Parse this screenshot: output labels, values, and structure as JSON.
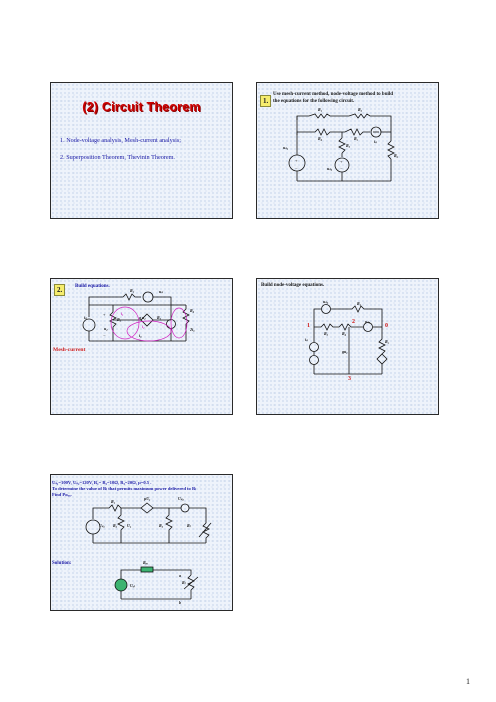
{
  "slide1": {
    "title": "(2) Circuit Theorem",
    "items": [
      "1.   Node-voltage analysis, Mesh-current analysis;",
      "2.   Superposition Theorem, Thevinin Theorem."
    ]
  },
  "slide2": {
    "badge": "1.",
    "text_line1": "Use mesh-current method, node-voltage method to build",
    "text_line2": "the equations for the following circuit.",
    "labels": {
      "r1": "R₁",
      "r2": "R₂",
      "r3": "R₃",
      "r4": "R₄",
      "r5": "R₅",
      "r6": "R₆",
      "is": "iₛ",
      "us1": "uₛ₁",
      "us2": "uₛ₂"
    }
  },
  "slide3": {
    "badge": "2.",
    "text": "Build equations.",
    "note": "Mesh-current",
    "labels": {
      "r1": "R₁",
      "r2": "R₂",
      "r3": "R₃",
      "r4": "R₄",
      "u2": "u₂",
      "us": "uₛ",
      "is": "iₛ",
      "i1": "i₁",
      "i2": "i₂",
      "i3": "i₃",
      "cs": "g u₂",
      "rb": "2i₃"
    }
  },
  "slide4": {
    "title": "Build node-voltage equations.",
    "nodes": {
      "n1": "1",
      "n2": "2",
      "n0": "0",
      "n3": "3"
    },
    "labels": {
      "r1": "R₁",
      "r2": "R₂",
      "r4": "R₄",
      "r5": "R₅",
      "us2": "uₛ₂",
      "us3": "uₛ₃",
      "is": "iₛ",
      "gu": "gu₁"
    }
  },
  "slide5": {
    "given_line1": "Uₛ₁=100V, Uₛ₂=120V, R₁= R₂=10Ω, R₃=20Ω, μ=0.5 .",
    "given_line2": "To determine the value of Rₗ that permits maximum power delivered to Rₗ",
    "given_line3": "Find Pₘₐₓ.",
    "solution": "Solution:",
    "labels": {
      "r1": "R₁",
      "r2": "R₂",
      "r3": "R₃",
      "us1": "Uₛ₁",
      "us2": "Uₛ₂",
      "u1": "U₁",
      "mu": "μU₁",
      "rl": "Rₗ",
      "req": "Rₑₒ",
      "uoc": "Uₒₗ",
      "a": "a",
      "b": "b"
    }
  },
  "page": {
    "number": "1"
  }
}
